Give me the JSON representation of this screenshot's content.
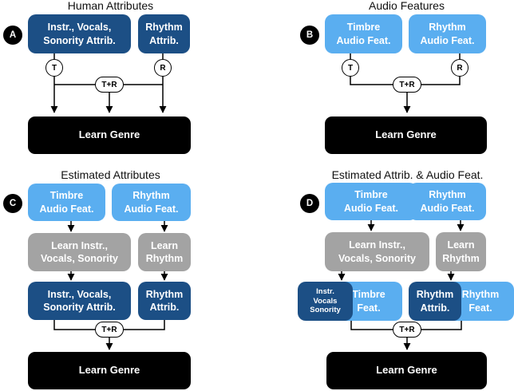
{
  "panels": {
    "A": {
      "badge": "A",
      "title": "Human Attributes",
      "box1": "Instr., Vocals,\nSonority Attrib.",
      "box2": "Rhythm\nAttrib.",
      "t": "T",
      "r": "R",
      "tr": "T+R",
      "learn": "Learn Genre"
    },
    "B": {
      "badge": "B",
      "title": "Audio Features",
      "box1": "Timbre\nAudio Feat.",
      "box2": "Rhythm\nAudio Feat.",
      "t": "T",
      "r": "R",
      "tr": "T+R",
      "learn": "Learn Genre"
    },
    "C": {
      "badge": "C",
      "title": "Estimated Attributes",
      "box1": "Timbre\nAudio Feat.",
      "box2": "Rhythm\nAudio Feat.",
      "learn1": "Learn Instr.,\nVocals, Sonority",
      "learn2": "Learn\nRhythm",
      "out1": "Instr., Vocals,\nSonority Attrib.",
      "out2": "Rhythm\nAttrib.",
      "tr": "T+R",
      "learn": "Learn Genre"
    },
    "D": {
      "badge": "D",
      "title": "Estimated Attrib. & Audio Feat.",
      "box1": "Timbre\nAudio Feat.",
      "box2": "Rhythm\nAudio Feat.",
      "learn1": "Learn Instr.,\nVocals, Sonority",
      "learn2": "Learn\nRhythm",
      "out1a": "Instr.\nVocals\nSonority",
      "out1b": "Timbre\nFeat.",
      "out2a": "Rhythm\nAttrib.",
      "out2b": "Rhythm\nFeat.",
      "tr": "T+R",
      "learn": "Learn Genre"
    }
  },
  "colors": {
    "dark_blue": "#1c4f85",
    "light_blue": "#5aaef0",
    "gray": "#a3a3a3",
    "black": "#000000"
  }
}
